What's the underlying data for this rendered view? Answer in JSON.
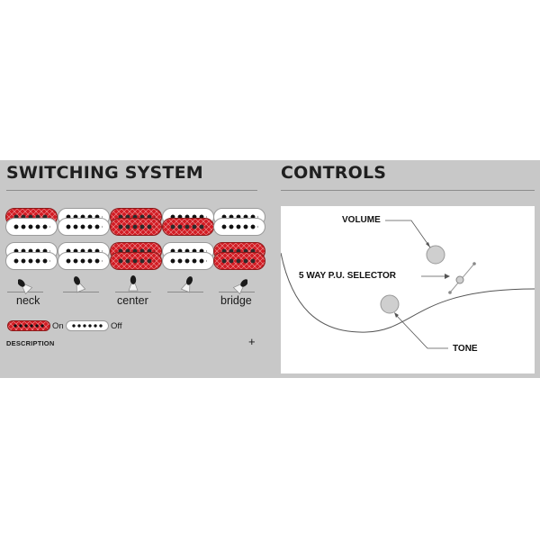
{
  "switching": {
    "heading": "SWITCHING SYSTEM",
    "positions": [
      {
        "label": "neck",
        "humbucker1": [
          "on",
          "off"
        ],
        "humbucker2": [
          "off",
          "off"
        ]
      },
      {
        "label": "",
        "humbucker1": [
          "off",
          "off"
        ],
        "humbucker2": [
          "off",
          "off"
        ]
      },
      {
        "label": "center",
        "humbucker1": [
          "on",
          "on"
        ],
        "humbucker2": [
          "on",
          "on"
        ]
      },
      {
        "label": "",
        "humbucker1": [
          "off",
          "on"
        ],
        "humbucker2": [
          "off",
          "off"
        ]
      },
      {
        "label": "bridge",
        "humbucker1": [
          "off",
          "off"
        ],
        "humbucker2": [
          "on",
          "on"
        ]
      }
    ],
    "legend": {
      "on_label": "On",
      "off_label": "Off"
    },
    "description_label": "DESCRIPTION",
    "expand_symbol": "+"
  },
  "controls": {
    "heading": "CONTROLS",
    "volume_label": "VOLUME",
    "selector_label": "5 WAY P.U. SELECTOR",
    "tone_label": "TONE"
  },
  "colors": {
    "panel_bg": "#c8c8c8",
    "pickup_on": "#d21c24",
    "pickup_off": "#ffffff",
    "knob": "#cfcfcf"
  }
}
